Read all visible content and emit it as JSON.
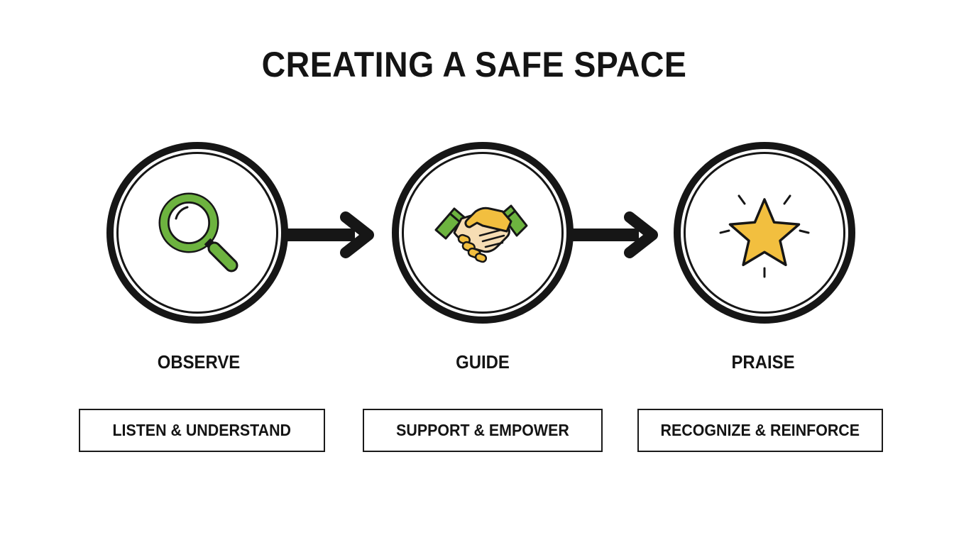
{
  "title": "CREATING A SAFE SPACE",
  "colors": {
    "ink": "#161616",
    "green": "#6db33f",
    "gold": "#f2bf3f",
    "skin": "#f6ddb4"
  },
  "steps": [
    {
      "icon": "magnifying-glass-icon",
      "label": "OBSERVE",
      "tagline": "LISTEN & UNDERSTAND"
    },
    {
      "icon": "handshake-icon",
      "label": "GUIDE",
      "tagline": "SUPPORT & EMPOWER"
    },
    {
      "icon": "star-icon",
      "label": "PRAISE",
      "tagline": "RECOGNIZE & REINFORCE"
    }
  ]
}
